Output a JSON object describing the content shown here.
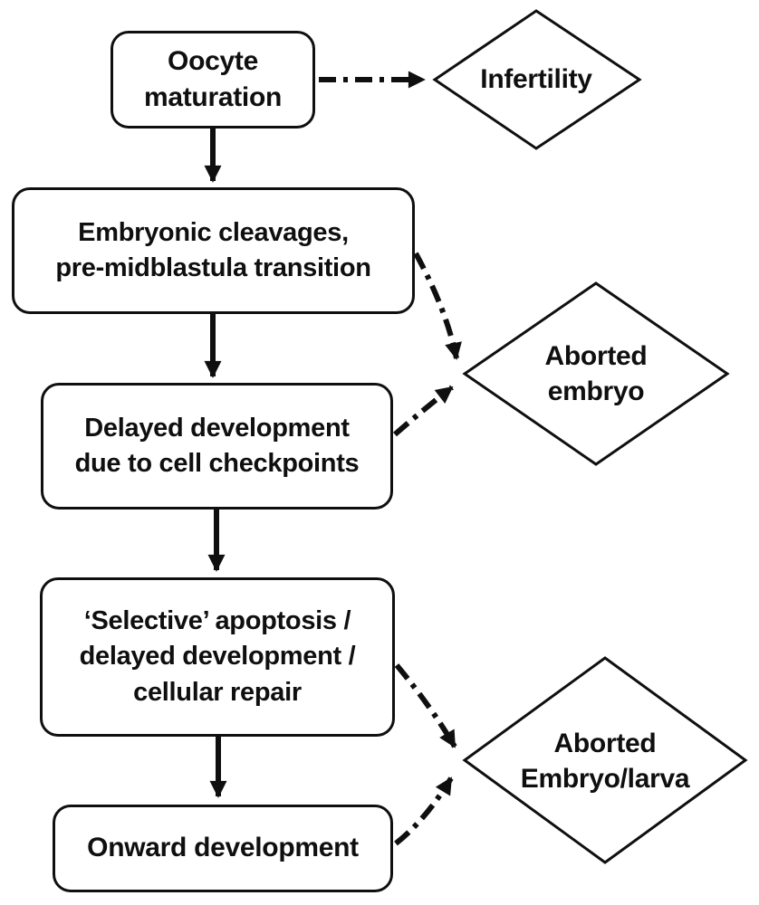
{
  "figure": {
    "colors": {
      "ink": "#0f0f0f",
      "background": "#ffffff"
    },
    "nodes": {
      "oocyte_maturation": {
        "type": "rounded-box",
        "line1": "Oocyte",
        "line2": "maturation"
      },
      "embryonic_cleavages": {
        "type": "rounded-box",
        "line1": "Embryonic cleavages,",
        "line2": "pre-midblastula transition"
      },
      "delayed_development": {
        "type": "rounded-box",
        "line1": "Delayed development",
        "line2": "due to cell checkpoints"
      },
      "selective_apoptosis": {
        "type": "rounded-box",
        "line1": "‘Selective’ apoptosis /",
        "line2": "delayed development /",
        "line3": "cellular repair"
      },
      "onward_development": {
        "type": "rounded-box",
        "line1": "Onward development"
      },
      "infertility": {
        "type": "diamond",
        "line1": "Infertility"
      },
      "aborted_embryo": {
        "type": "diamond",
        "line1": "Aborted",
        "line2": "embryo"
      },
      "aborted_embryo_larva": {
        "type": "diamond",
        "line1": "Aborted",
        "line2": "Embryo/larva"
      }
    },
    "edges": [
      {
        "from": "oocyte_maturation",
        "to": "infertility",
        "style": "dash-dot-arrow"
      },
      {
        "from": "oocyte_maturation",
        "to": "embryonic_cleavages",
        "style": "solid-arrow"
      },
      {
        "from": "embryonic_cleavages",
        "to": "delayed_development",
        "style": "solid-arrow"
      },
      {
        "from": "embryonic_cleavages",
        "to": "aborted_embryo",
        "style": "dash-dot-arrow"
      },
      {
        "from": "delayed_development",
        "to": "aborted_embryo",
        "style": "dash-dot-arrow"
      },
      {
        "from": "delayed_development",
        "to": "selective_apoptosis",
        "style": "solid-arrow"
      },
      {
        "from": "selective_apoptosis",
        "to": "onward_development",
        "style": "solid-arrow"
      },
      {
        "from": "selective_apoptosis",
        "to": "aborted_embryo_larva",
        "style": "dash-dot-arrow"
      },
      {
        "from": "onward_development",
        "to": "aborted_embryo_larva",
        "style": "dash-dot-arrow"
      }
    ]
  }
}
